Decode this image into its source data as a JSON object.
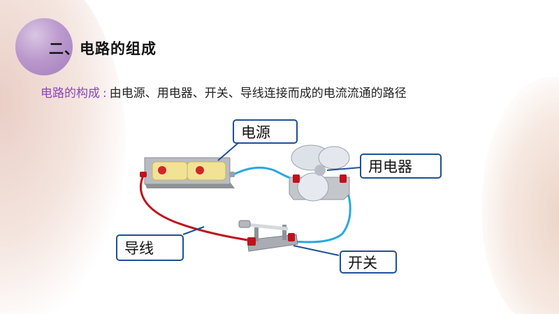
{
  "heading": "二、电路的组成",
  "definition": {
    "term": "电路的构成",
    "colon": ":",
    "text": "由电源、用电器、开关、导线连接而成的电流流通的路径"
  },
  "labels": {
    "power": "电源",
    "appliance": "用电器",
    "wire": "导线",
    "switch": "开关"
  },
  "colors": {
    "accent_purple": "#8b45b8",
    "callout_border": "#1e4f96",
    "red_wire": "#c0121b",
    "blue_wire": "#29a8e0"
  }
}
